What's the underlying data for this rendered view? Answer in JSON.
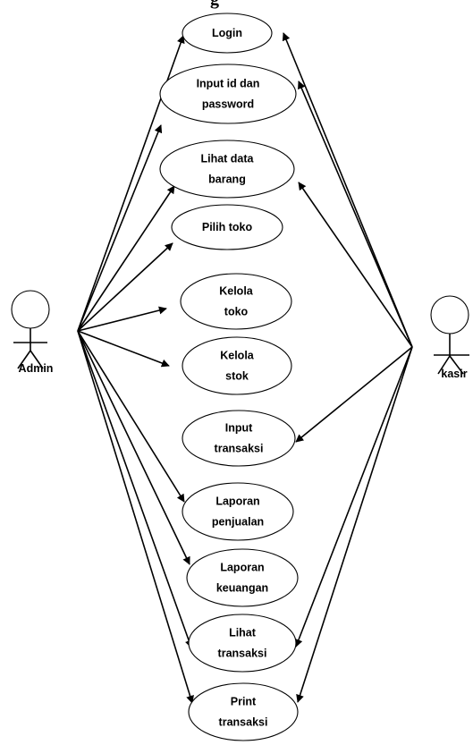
{
  "diagram": {
    "title_fragment": "g",
    "actors": [
      {
        "id": "admin",
        "label": "Admin"
      },
      {
        "id": "kasir",
        "label": "kasir"
      }
    ],
    "use_cases": [
      {
        "id": "login",
        "lines": [
          "Login"
        ],
        "actors": [
          "admin",
          "kasir"
        ]
      },
      {
        "id": "input-id-dan-password",
        "lines": [
          "Input id dan",
          "password"
        ],
        "actors": [
          "admin",
          "kasir"
        ]
      },
      {
        "id": "lihat-data-barang",
        "lines": [
          "Lihat data",
          "barang"
        ],
        "actors": [
          "admin",
          "kasir"
        ]
      },
      {
        "id": "pilih-toko",
        "lines": [
          "Pilih toko"
        ],
        "actors": [
          "admin"
        ]
      },
      {
        "id": "kelola-toko",
        "lines": [
          "Kelola",
          "toko"
        ],
        "actors": [
          "admin"
        ]
      },
      {
        "id": "kelola-stok",
        "lines": [
          "Kelola",
          "stok"
        ],
        "actors": [
          "admin"
        ]
      },
      {
        "id": "input-transaksi",
        "lines": [
          "Input",
          "transaksi"
        ],
        "actors": [
          "kasir"
        ]
      },
      {
        "id": "laporan-penjualan",
        "lines": [
          "Laporan",
          "penjualan"
        ],
        "actors": [
          "admin"
        ]
      },
      {
        "id": "laporan-keuangan",
        "lines": [
          "Laporan",
          "keuangan"
        ],
        "actors": [
          "admin"
        ]
      },
      {
        "id": "lihat-transaksi",
        "lines": [
          "Lihat",
          "transaksi"
        ],
        "actors": [
          "admin",
          "kasir"
        ]
      },
      {
        "id": "print-transaksi",
        "lines": [
          "Print",
          "transaksi"
        ],
        "actors": [
          "admin",
          "kasir"
        ]
      }
    ]
  }
}
